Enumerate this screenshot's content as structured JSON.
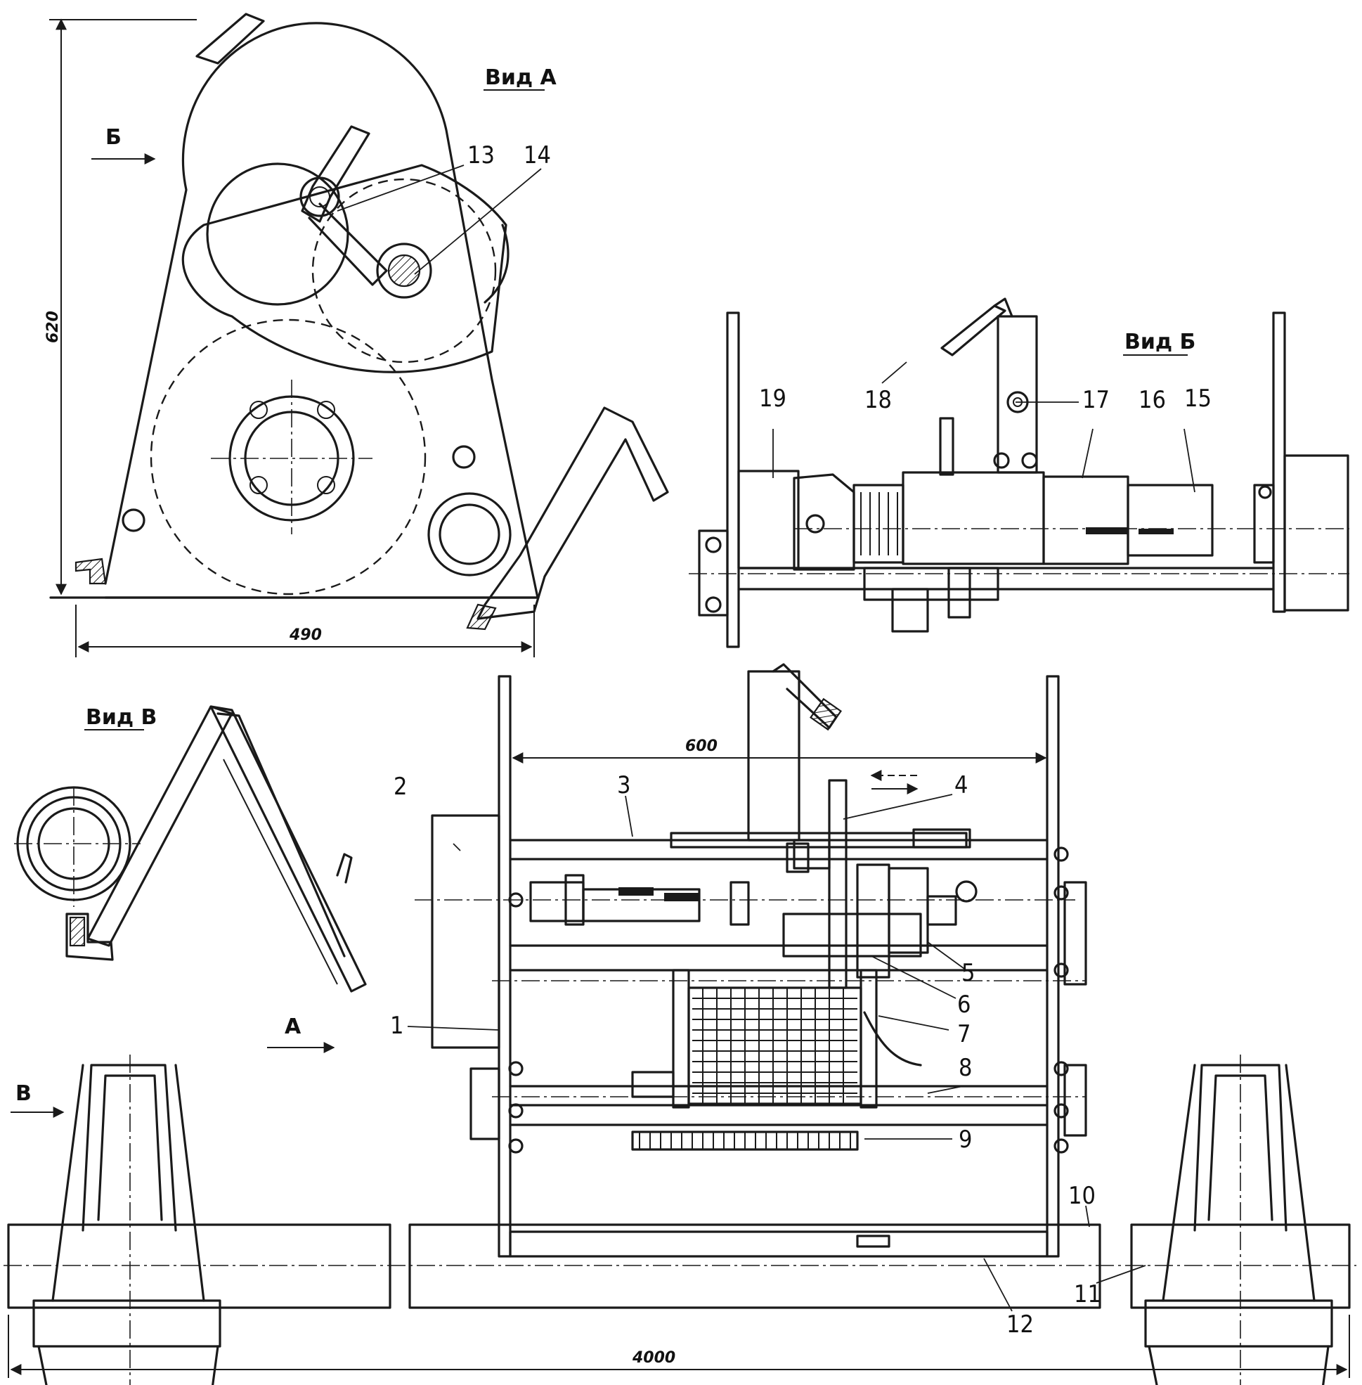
{
  "view_labels": {
    "view_a": "Вид А",
    "view_b": "Вид Б",
    "view_v": "Вид В"
  },
  "direction_markers": {
    "b": "Б",
    "a": "А",
    "v": "В"
  },
  "dimensions": {
    "height_view_a": "620",
    "width_view_a": "490",
    "frame_width": "600",
    "rail_length": "4000"
  },
  "callouts": [
    "1",
    "2",
    "3",
    "4",
    "5",
    "6",
    "7",
    "8",
    "9",
    "10",
    "11",
    "12",
    "13",
    "14",
    "15",
    "16",
    "17",
    "18",
    "19"
  ]
}
